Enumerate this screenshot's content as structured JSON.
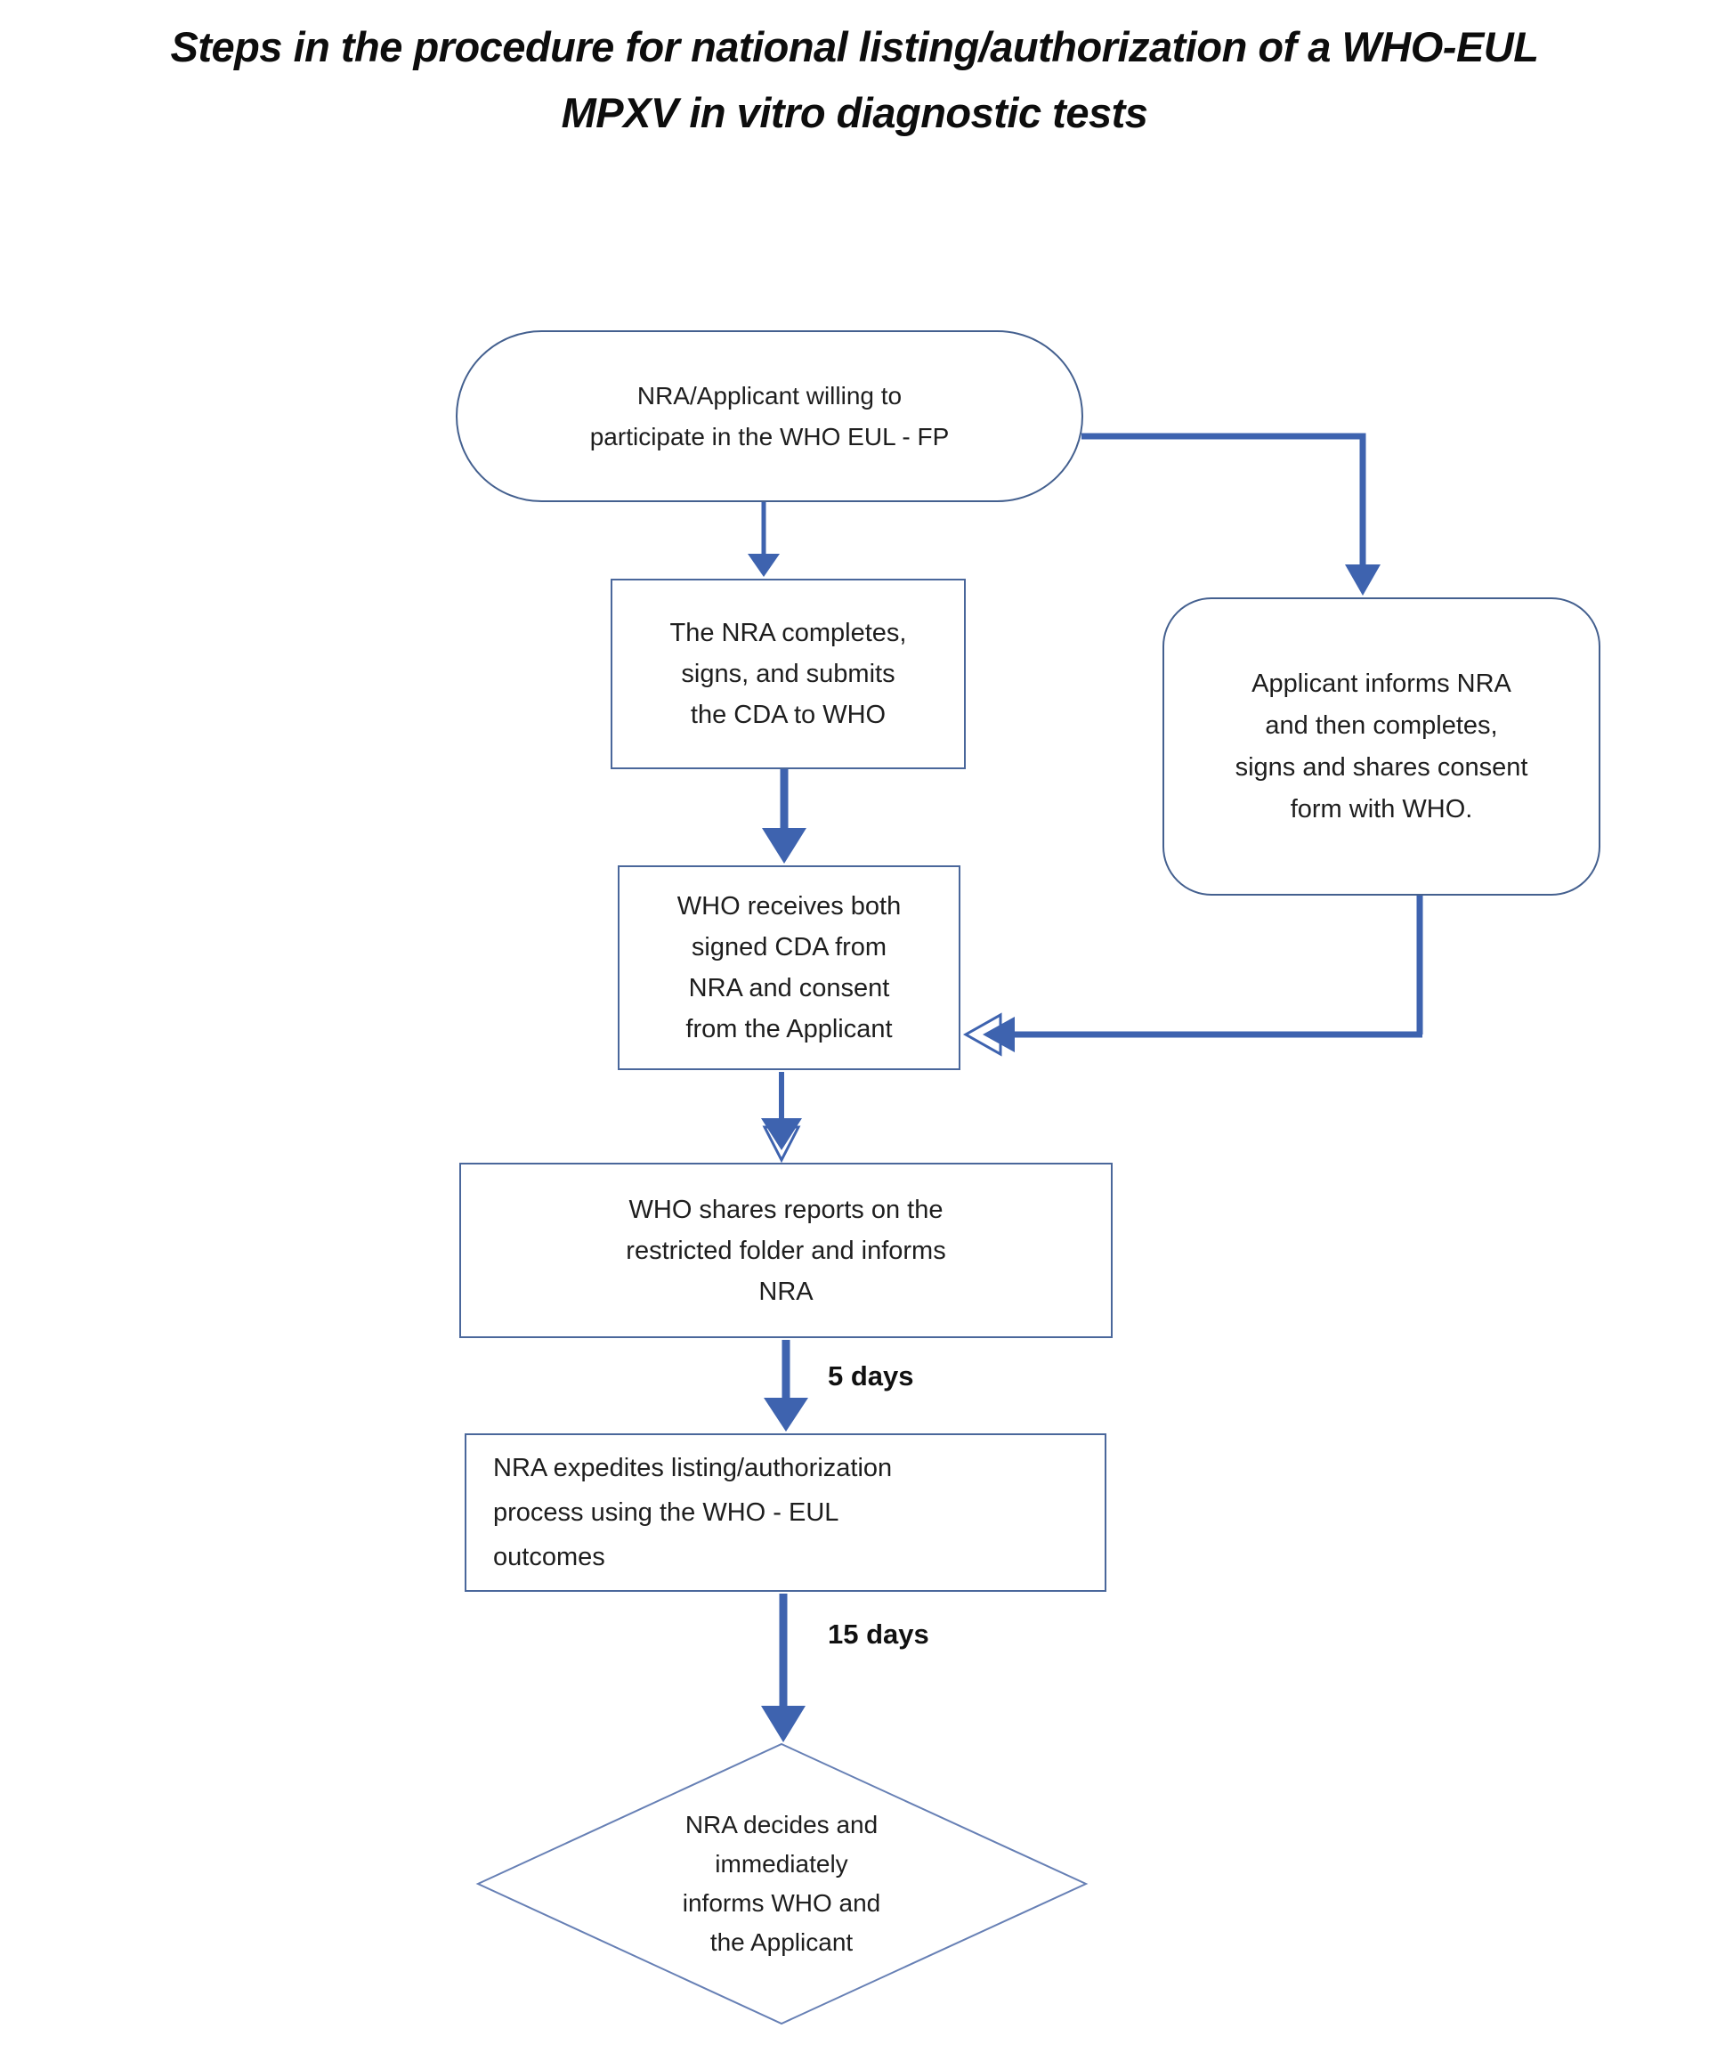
{
  "title": "Steps in the procedure for national listing/authorization of a WHO-EUL\nMPXV in vitro diagnostic tests",
  "colors": {
    "arrow": "#3e63af",
    "box_border": "#4a679b",
    "rounded_border": "#44608f",
    "diamond_border": "#6780b5",
    "text": "#1e1e1e"
  },
  "flowchart": {
    "nodes": [
      {
        "id": "start",
        "shape": "stadium",
        "label": "NRA/Applicant willing to\nparticipate in the WHO EUL - FP"
      },
      {
        "id": "nra-cda",
        "shape": "rectangle",
        "label": "The NRA completes,\nsigns, and submits\nthe CDA to WHO"
      },
      {
        "id": "applicant-consent",
        "shape": "rounded-rectangle",
        "label": "Applicant informs NRA\nand then completes,\nsigns and shares consent\nform with WHO."
      },
      {
        "id": "who-receives",
        "shape": "rectangle",
        "label": "WHO receives both\nsigned CDA from\nNRA and consent\nfrom the Applicant"
      },
      {
        "id": "who-shares",
        "shape": "rectangle",
        "label": "WHO shares reports on the\nrestricted folder and informs\nNRA"
      },
      {
        "id": "nra-expedites",
        "shape": "rectangle",
        "label": "NRA expedites listing/authorization\nprocess using the WHO - EUL\noutcomes"
      },
      {
        "id": "nra-decides",
        "shape": "diamond",
        "label": "NRA decides and\nimmediately\ninforms WHO and\nthe Applicant"
      }
    ],
    "edge_labels": [
      {
        "id": "after-who-shares",
        "label": "5 days"
      },
      {
        "id": "after-nra-expedites",
        "label": "15 days"
      }
    ]
  }
}
